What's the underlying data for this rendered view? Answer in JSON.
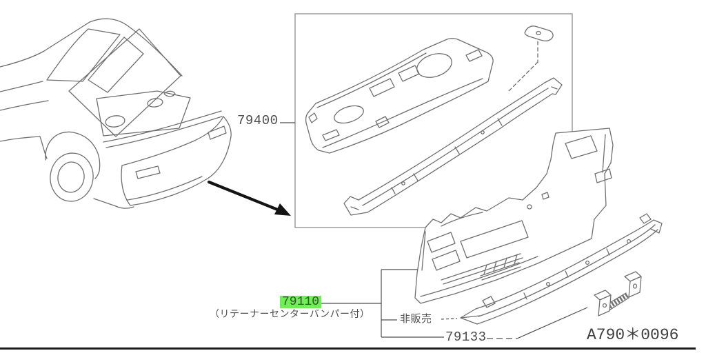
{
  "theme": {
    "bg": "#ffffff",
    "line": "#6e6e6e",
    "box": "#a2a2a2",
    "text": "#4d4d4d",
    "highlight": "#6fee58",
    "arrow": "#141414",
    "rule": "#1c1c1c"
  },
  "diagram": {
    "type": "parts-catalog-exploded-view",
    "drawing_code": "A790＊0096",
    "parts": {
      "rear_shelf_assembly": {
        "number": "79400"
      },
      "rear_end_panel": {
        "number": "79110",
        "highlighted": true,
        "note": "（リテーナーセンターバンパー付）"
      },
      "not_sold_label": "非販売",
      "bumper_stay": {
        "number": "79133"
      }
    }
  }
}
